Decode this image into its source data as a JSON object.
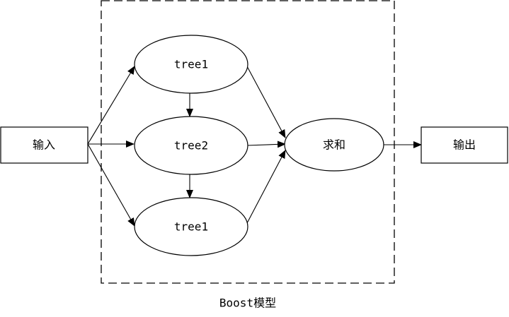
{
  "diagram": {
    "caption": "Boost模型",
    "nodes": {
      "input": "输入",
      "tree_top": "tree1",
      "tree_middle": "tree2",
      "tree_bottom": "tree1",
      "sum": "求和",
      "output": "输出"
    }
  }
}
